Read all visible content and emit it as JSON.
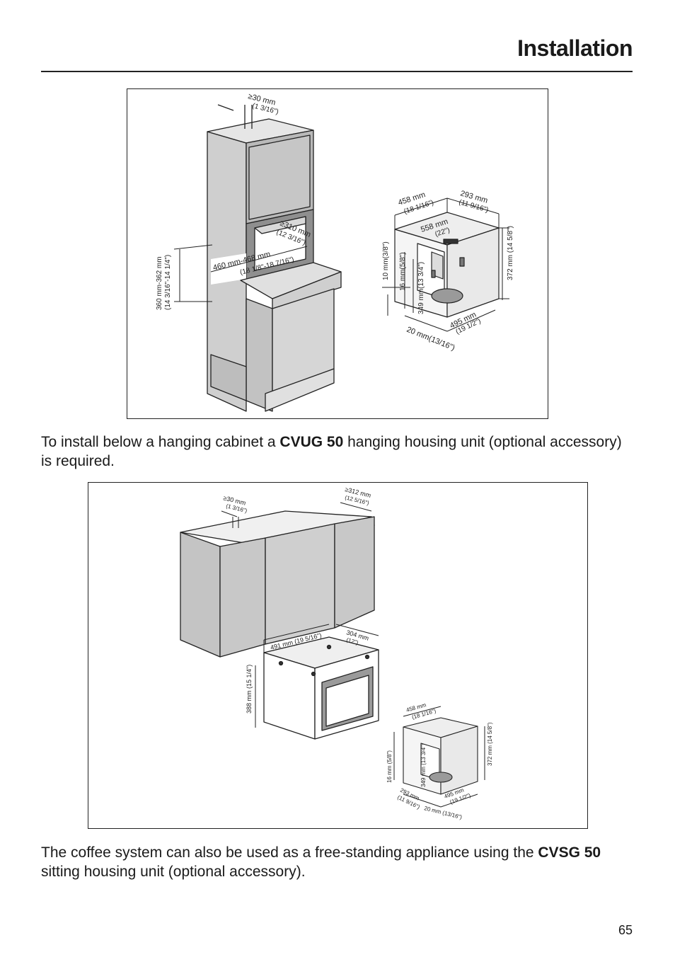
{
  "header": {
    "title": "Installation"
  },
  "figure1": {
    "labels": {
      "gap_top": "≥30 mm",
      "gap_top_in": "(1 3/16\")",
      "niche_height": "360 mm-362 mm",
      "niche_height_in": "(14 3/16\"-14 1/4\")",
      "niche_depth": "≥310 mm",
      "niche_depth_in": "(12 3/16\")",
      "niche_width": "460 mm-468 mm",
      "niche_width_in": "(18 1/8\"-18 7/16\")",
      "machine_width": "458 mm",
      "machine_width_in": "(18 1/16\")",
      "machine_depth_top": "293 mm",
      "machine_depth_top_in": "(11 9/16\")",
      "frame_width": "558 mm",
      "frame_width_in": "(22\")",
      "frame_height": "372 mm (14 5/8\")",
      "offset_10": "10 mm(3/8\")",
      "offset_16": "16 mm(5/8\")",
      "body_height": "349 mm(13 3/4\")",
      "total_depth": "495 mm",
      "total_depth_in": "(19 1/2\")",
      "front_20": "20 mm(13/16\")"
    }
  },
  "paragraph1": {
    "pre": "To install below a hanging cabinet a ",
    "bold": "CVUG 50",
    "post": " hanging housing unit (optional accessory) is required."
  },
  "figure2": {
    "labels": {
      "gap_top": "≥30 mm",
      "gap_top_in": "(1 3/16\")",
      "depth_top": "≥312 mm",
      "depth_top_in": "(12 5/16\")",
      "housing_width": "491 mm (19 5/16\")",
      "housing_depth": "304 mm",
      "housing_depth_in": "(12\")",
      "housing_height": "388 mm (15 1/4\")",
      "machine_width": "458 mm",
      "machine_width_in": "(18 1/16\")",
      "frame_height": "372 mm (14 5/8\")",
      "body_height": "349 mm (13 3/4\")",
      "offset_16": "16 mm (5/8\")",
      "depth_293": "293 mm",
      "depth_293_in": "(11 9/16\")",
      "total_depth": "495 mm",
      "total_depth_in": "(19 1/2\")",
      "front_20": "20 mm (13/16\")"
    }
  },
  "paragraph2": {
    "pre": "The coffee system can also be used as a free-standing appliance using the ",
    "bold": "CVSG 50",
    "post": " sitting housing unit (optional accessory)."
  },
  "footer": {
    "page_number": "65"
  }
}
